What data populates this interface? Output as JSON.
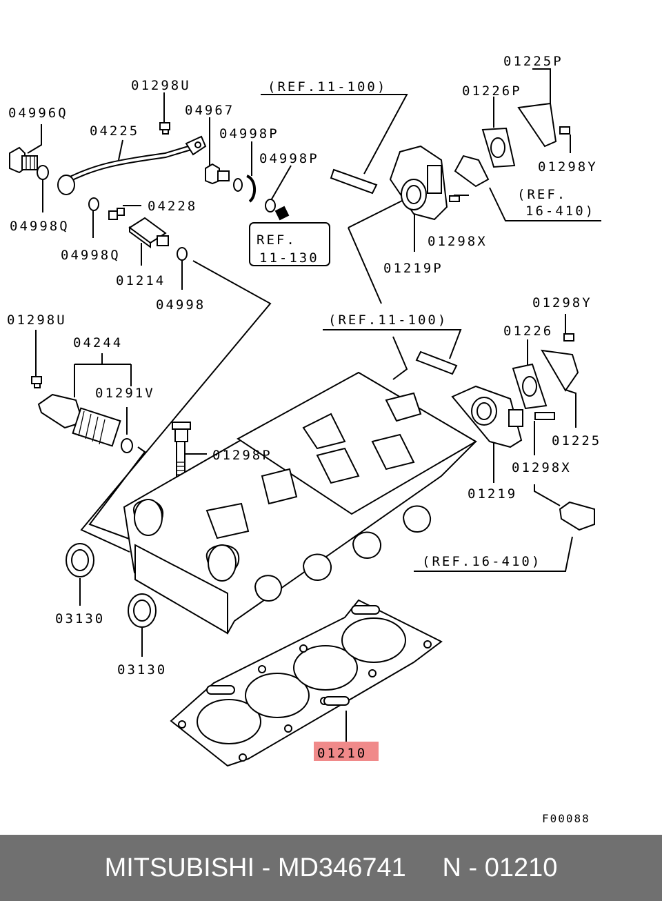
{
  "labels": {
    "l01225p": "01225P",
    "l01226p": "01226P",
    "lref_11_100_top": "(REF.11-100)",
    "l01298u_top": "01298U",
    "l04967": "04967",
    "l04996q": "04996Q",
    "l04225": "04225",
    "l04998p_a": "04998P",
    "l04998p_b": "04998P",
    "l01298y_top": "01298Y",
    "lref_16_410_top_a": "(REF.",
    "lref_16_410_top_b": "16-410)",
    "l04228": "04228",
    "l04998q_left": "04998Q",
    "l04998q_mid": "04998Q",
    "lref_11_130_a": "REF.",
    "lref_11_130_b": "11-130",
    "l01298x_top": "01298X",
    "l01219p": "01219P",
    "l01214": "01214",
    "l04998": "04998",
    "l01298y_right": "01298Y",
    "l01298u_left": "01298U",
    "lref_11_100_mid": "(REF.11-100)",
    "l04244": "04244",
    "l01226": "01226",
    "l01291v": "01291V",
    "l01298p_bolt": "01298P",
    "l01225": "01225",
    "l01298x_right": "01298X",
    "l01219": "01219",
    "lref_16_410_bottom": "(REF.16-410)",
    "l03130_a": "03130",
    "l03130_b": "03130",
    "l01210_highlight": "01210",
    "lf00088": "F00088"
  },
  "footer": {
    "caption": "MITSUBISHI - MD346741     N - 01210"
  },
  "colors": {
    "highlight": "#f08a8a",
    "footer_bg": "#707070",
    "footer_text": "#ffffff"
  }
}
